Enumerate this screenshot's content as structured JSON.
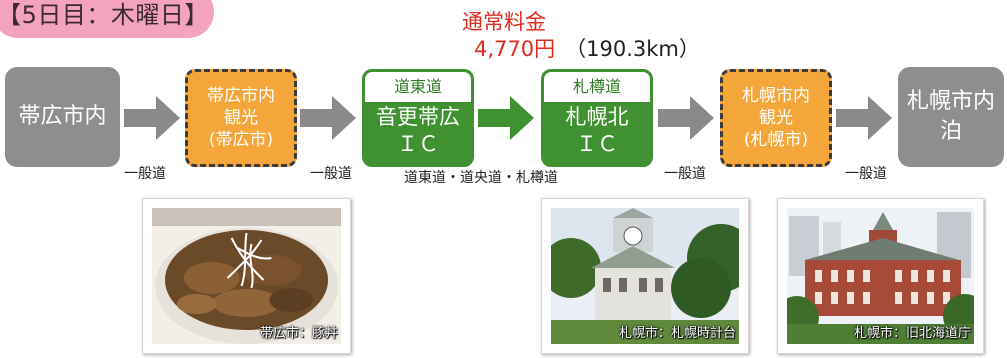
{
  "day_label": "【5日目：木曜日】",
  "fare": {
    "title": "通常料金",
    "amount": "4,770円",
    "distance": "（190.3km）"
  },
  "nodes": {
    "start": "帯広市内",
    "sight1": {
      "line1": "帯広市内",
      "line2": "観光",
      "line3": "(帯広市)"
    },
    "ic1": {
      "road": "道東道",
      "name": "音更帯広",
      "suffix": "ＩＣ"
    },
    "ic2": {
      "road": "札樽道",
      "name": "札幌北",
      "suffix": "ＩＣ"
    },
    "sight2": {
      "line1": "札幌市内",
      "line2": "観光",
      "line3": "(札幌市)"
    },
    "end": {
      "line1": "札幌市内",
      "line2": "泊"
    }
  },
  "roads": {
    "r1": "一般道",
    "r2": "一般道",
    "expressway": "道東道・道央道・札樽道",
    "r3": "一般道",
    "r4": "一般道"
  },
  "photos": [
    {
      "caption": "帯広市：豚丼"
    },
    {
      "caption": "札幌市：札幌時計台"
    },
    {
      "caption": "札幌市：旧北海道庁"
    }
  ],
  "colors": {
    "badge": "#f4a3bd",
    "fare_red": "#e12a1e",
    "gray_node": "#8e8e8e",
    "orange_node": "#f5a63b",
    "green_node": "#3f9131",
    "gray_arrow": "#8a8a8a",
    "green_arrow": "#3f9131"
  }
}
